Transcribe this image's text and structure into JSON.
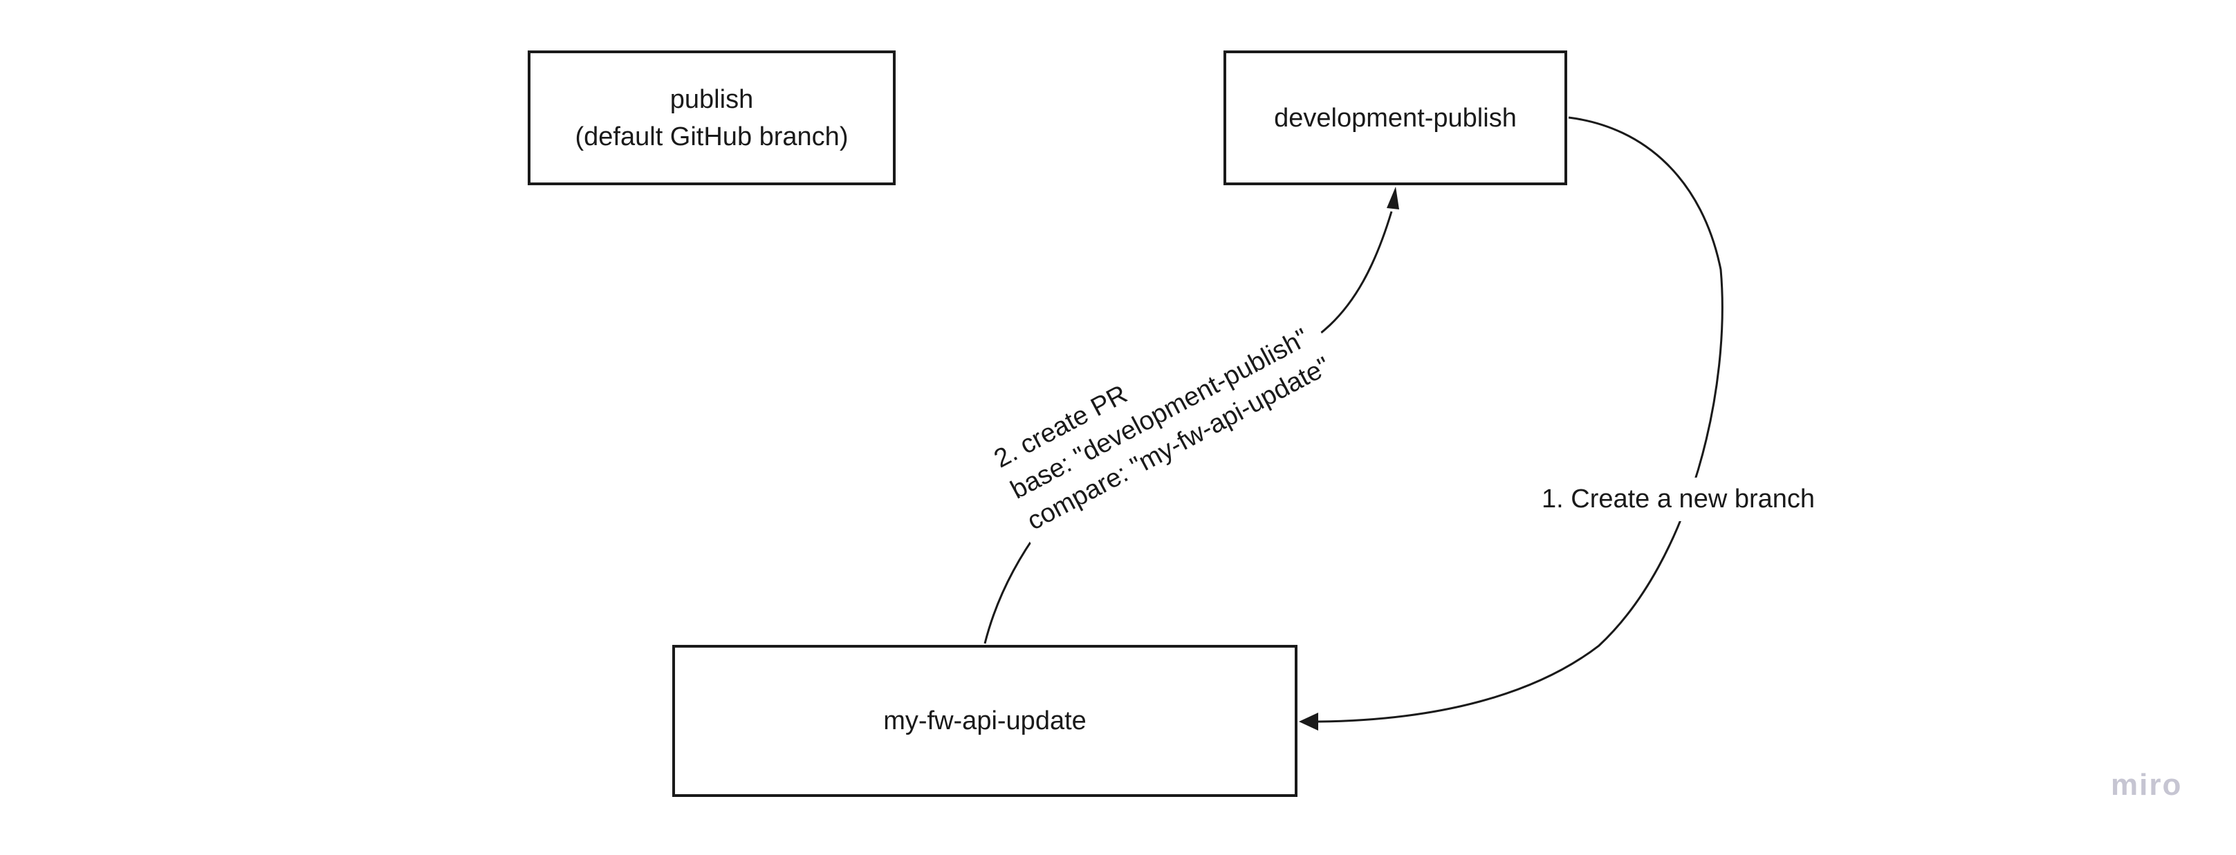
{
  "diagram": {
    "nodes": {
      "publish": {
        "label_line1": "publish",
        "label_line2": "(default GitHub branch)"
      },
      "development_publish": {
        "label": "development-publish"
      },
      "my_fw_api_update": {
        "label": "my-fw-api-update"
      }
    },
    "edges": {
      "create_branch": {
        "label": "1. Create a new branch",
        "from": "development-publish",
        "to": "my-fw-api-update"
      },
      "create_pr": {
        "label_line1": "2. create PR",
        "label_line2": "base: \"development-publish\"",
        "label_line3": "compare: \"my-fw-api-update\"",
        "from": "my-fw-api-update",
        "to": "development-publish"
      }
    },
    "colors": {
      "stroke": "#1a1a1a",
      "node_background": "#ffffff",
      "watermark": "#c6c5d2",
      "background": "#ffffff"
    }
  },
  "watermark": {
    "label": "miro"
  }
}
